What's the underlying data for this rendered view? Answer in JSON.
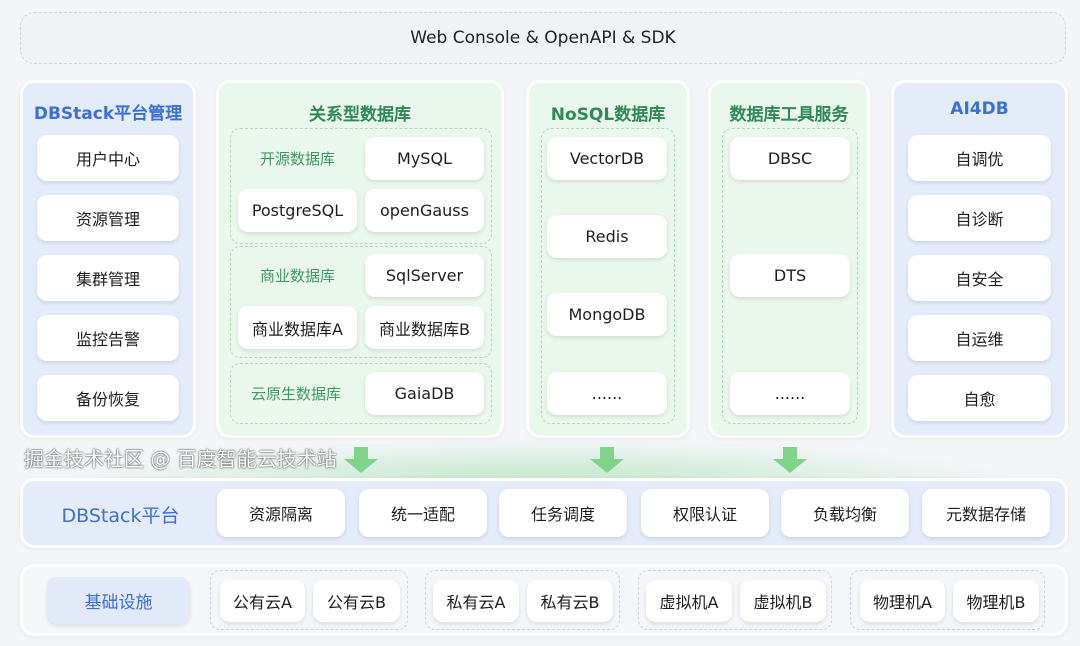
{
  "header": {
    "title": "Web Console & OpenAPI & SDK"
  },
  "mgmt": {
    "title": "DBStack平台管理",
    "items": [
      "用户中心",
      "资源管理",
      "集群管理",
      "监控告警",
      "备份恢复"
    ]
  },
  "relational": {
    "title": "关系型数据库",
    "open_source": {
      "label": "开源数据库",
      "items": [
        "MySQL",
        "PostgreSQL",
        "openGauss"
      ]
    },
    "commercial": {
      "label": "商业数据库",
      "items": [
        "SqlServer",
        "商业数据库A",
        "商业数据库B"
      ]
    },
    "cloud_native": {
      "label": "云原生数据库",
      "items": [
        "GaiaDB"
      ]
    }
  },
  "nosql": {
    "title": "NoSQL数据库",
    "items": [
      "VectorDB",
      "Redis",
      "MongoDB",
      "......"
    ]
  },
  "tools": {
    "title": "数据库工具服务",
    "items": [
      "DBSC",
      "DTS",
      "......"
    ]
  },
  "ai4db": {
    "title": "AI4DB",
    "items": [
      "自调优",
      "自诊断",
      "自安全",
      "自运维",
      "自愈"
    ]
  },
  "platform": {
    "title": "DBStack平台",
    "items": [
      "资源隔离",
      "统一适配",
      "任务调度",
      "权限认证",
      "负载均衡",
      "元数据存储"
    ]
  },
  "infra": {
    "title": "基础设施",
    "items": [
      "公有云A",
      "公有云B",
      "私有云A",
      "私有云B",
      "虚拟机A",
      "虚拟机B",
      "物理机A",
      "物理机B"
    ]
  },
  "watermark": "掘金技术社区 @ 百度智能云技术站",
  "colors": {
    "blue_accent": "#3d6fd9",
    "green_accent": "#2f8a55",
    "arrow": "#7fd48a"
  }
}
